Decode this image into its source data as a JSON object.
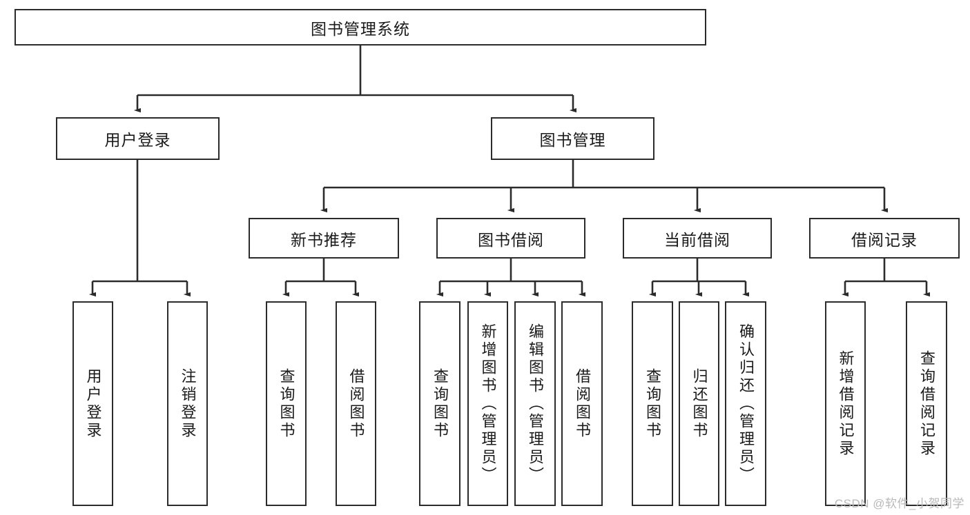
{
  "diagram": {
    "title": "图书管理系统",
    "type": "tree-hierarchy-diagram",
    "watermark": "CSDN @软件_小贺同学",
    "colors": {
      "box_border": "#2b2b2b",
      "box_fill": "#ffffff",
      "edge": "#2b2b2b",
      "text": "#1a1a1a",
      "watermark": "#b9b9b9",
      "background": "#ffffff"
    },
    "root": {
      "label": "图书管理系统"
    },
    "level2": [
      {
        "label": "用户登录"
      },
      {
        "label": "图书管理"
      }
    ],
    "level3": [
      {
        "label": "新书推荐"
      },
      {
        "label": "图书借阅"
      },
      {
        "label": "当前借阅"
      },
      {
        "label": "借阅记录"
      }
    ],
    "leaves": {
      "user_login": [
        {
          "label": "用户登录"
        },
        {
          "label": "注销登录"
        }
      ],
      "new_book_recommend": [
        {
          "label": "查询图书"
        },
        {
          "label": "借阅图书"
        }
      ],
      "book_borrow": [
        {
          "label": "查询图书"
        },
        {
          "label": "新增图书（管理员）"
        },
        {
          "label": "编辑图书（管理员）"
        },
        {
          "label": "借阅图书"
        }
      ],
      "current_borrow": [
        {
          "label": "查询图书"
        },
        {
          "label": "归还图书"
        },
        {
          "label": "确认归还（管理员）"
        }
      ],
      "borrow_record": [
        {
          "label": "新增借阅记录"
        },
        {
          "label": "查询借阅记录"
        }
      ]
    }
  }
}
